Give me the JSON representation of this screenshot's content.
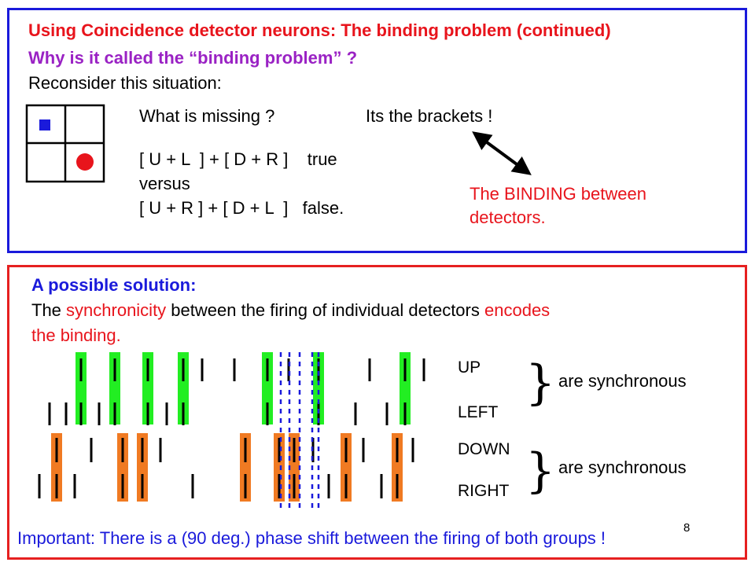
{
  "slide": {
    "title": "Using Coincidence detector neurons: The binding problem (continued)",
    "question": "Why is it called the “binding problem” ?",
    "intro": "Reconsider this situation:",
    "missing_q": "What is missing ?",
    "missing_a": "Its the brackets !",
    "expr_true": "[ U + L  ] + [ D + R ]    true",
    "versus": "versus",
    "expr_false": "[ U + R ] + [ D + L  ]   false.",
    "binding_line1": "The BINDING between",
    "binding_line2": "detectors.",
    "solution_title": "A possible solution:",
    "sol_part1": "The ",
    "sol_highlight1": "synchronicity",
    "sol_part2": " between the firing of individual detectors ",
    "sol_highlight2": "encodes",
    "sol_line2": "the binding.",
    "labels": {
      "up": "UP",
      "left": "LEFT",
      "down": "DOWN",
      "right": "RIGHT"
    },
    "sync_text_1": "are synchronous",
    "sync_text_2": "are synchronous",
    "important": "Important: There is a (90 deg.) phase shift between the firing of both groups !",
    "page_number": "8"
  },
  "colors": {
    "title_red": "#e8141c",
    "question_purple": "#9a22c4",
    "solution_blue": "#1a1adb",
    "top_border": "#1a1adb",
    "bottom_border": "#e62020",
    "green_highlight": "#22ee22",
    "orange_highlight": "#f07a22",
    "square_blue": "#1a1adb",
    "dot_red": "#e8141c"
  },
  "icons": [
    "grid-icon",
    "blue-square-icon",
    "red-dot-icon",
    "double-arrow-icon",
    "brace-icon",
    "spike-raster-icon"
  ]
}
